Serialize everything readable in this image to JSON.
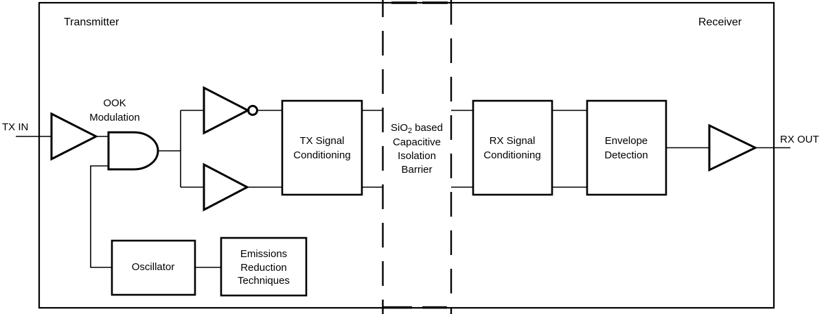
{
  "figure": {
    "background": "#ffffff",
    "line_color": "#000000",
    "transmitter": {
      "section_label": "Transmitter",
      "tx_in_label": "TX IN",
      "ook_modulation_label": {
        "line1": "OOK",
        "line2": "Modulation"
      },
      "tx_signal_conditioning": {
        "line1": "TX Signal",
        "line2": "Conditioning"
      },
      "oscillator": {
        "label": "Oscillator"
      },
      "emissions_reduction": {
        "line1": "Emissions",
        "line2": "Reduction",
        "line3": "Techniques"
      }
    },
    "isolation_barrier": {
      "label": {
        "line1_base": "SiO",
        "line1_subscript": "2",
        "line1_rest": "based",
        "line2": "Capacitive",
        "line3": "Isolation",
        "line4": "Barrier"
      }
    },
    "receiver": {
      "section_label": "Receiver",
      "rx_out_label": "RX OUT",
      "rx_signal_conditioning": {
        "line1": "RX Signal",
        "line2": "Conditioning"
      },
      "envelope_detection": {
        "line1": "Envelope",
        "line2": "Detection"
      }
    }
  }
}
